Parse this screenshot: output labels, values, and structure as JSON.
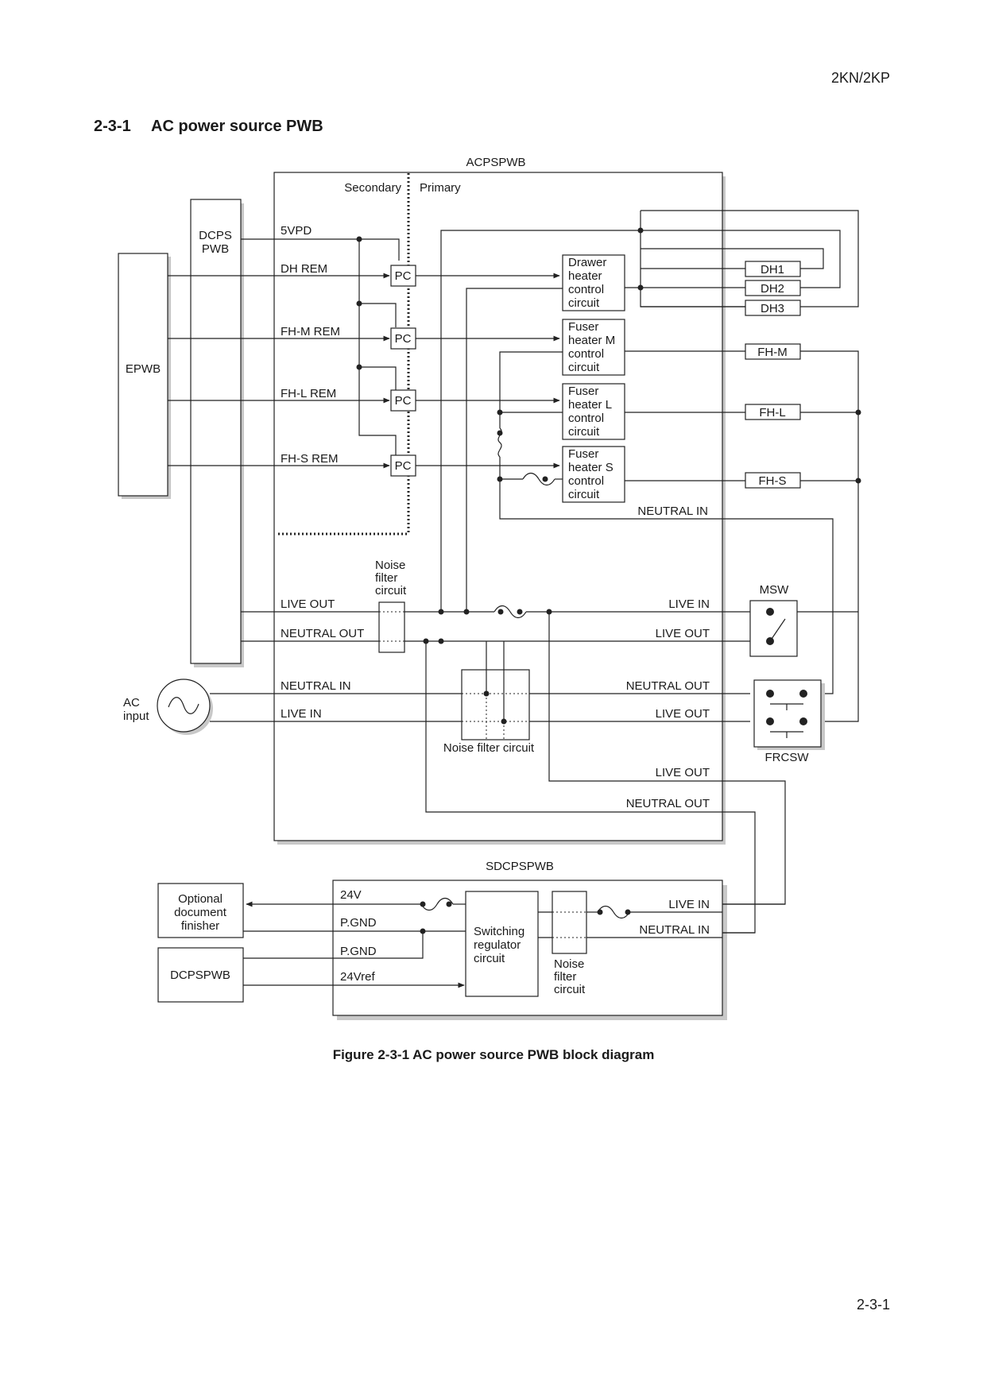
{
  "header": {
    "doc_code": "2KN/2KP"
  },
  "section": {
    "number": "2-3-1",
    "title": "AC power source PWB"
  },
  "diagram": {
    "acps": {
      "title": "ACPSPWB",
      "secondary": "Secondary",
      "primary": "Primary",
      "signals": [
        "5VPD",
        "DH REM",
        "FH-M REM",
        "FH-L REM",
        "FH-S REM"
      ],
      "pc": "PC",
      "drawer_heater": [
        "Drawer",
        "heater",
        "control",
        "circuit"
      ],
      "fuser_m": [
        "Fuser",
        "heater M",
        "control",
        "circuit"
      ],
      "fuser_l": [
        "Fuser",
        "heater L",
        "control",
        "circuit"
      ],
      "fuser_s": [
        "Fuser",
        "heater S",
        "control",
        "circuit"
      ],
      "neutral_in_top": "NEUTRAL IN",
      "noise_filter_small": [
        "Noise",
        "filter",
        "circuit"
      ],
      "live_out_left": "LIVE OUT",
      "neutral_out_left": "NEUTRAL OUT",
      "neutral_in_left": "NEUTRAL IN",
      "live_in_left": "LIVE IN",
      "live_in_right": "LIVE IN",
      "live_out_right": "LIVE OUT",
      "neutral_out_right": "NEUTRAL OUT",
      "live_out_right2": "LIVE OUT",
      "noise_filter_main": "Noise filter circuit",
      "live_out_bottom": "LIVE OUT",
      "neutral_out_bottom": "NEUTRAL OUT"
    },
    "epwb": "EPWB",
    "dcps_pwb": [
      "DCPS",
      "PWB"
    ],
    "heaters": [
      "DH1",
      "DH2",
      "DH3",
      "FH-M",
      "FH-L",
      "FH-S"
    ],
    "msw": "MSW",
    "frcsw": "FRCSW",
    "ac_input": [
      "AC",
      "input"
    ],
    "sdcps": {
      "title": "SDCPSPWB",
      "v24": "24V",
      "pgnd1": "P.GND",
      "pgnd2": "P.GND",
      "v24ref": "24Vref",
      "switching": [
        "Switching",
        "regulator",
        "circuit"
      ],
      "noise": [
        "Noise",
        "filter",
        "circuit"
      ],
      "live_in": "LIVE IN",
      "neutral_in": "NEUTRAL IN"
    },
    "optional_finisher": [
      "Optional",
      "document",
      "finisher"
    ],
    "dcpspwb": "DCPSPWB"
  },
  "caption": "Figure 2-3-1 AC power source PWB block diagram",
  "footer": {
    "page": "2-3-1"
  }
}
